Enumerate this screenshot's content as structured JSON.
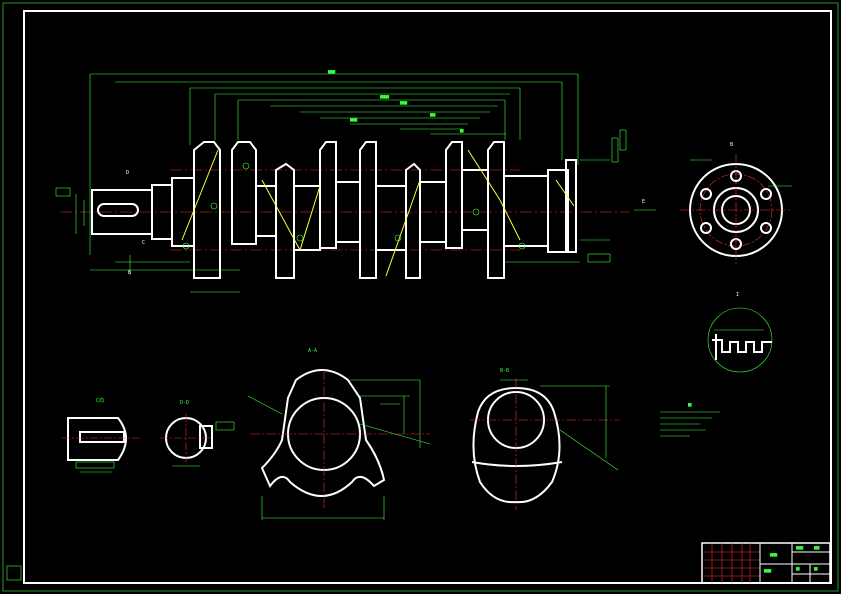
{
  "views": {
    "main_view_letter_b": "B",
    "main_view_letter_c": "C",
    "main_view_letter_d": "D",
    "flange_view_label": "B",
    "section_right_letter": "E",
    "c_view_label": "C向",
    "d_view_label": "D-D",
    "detail_label": "I",
    "keyway_note": "C",
    "section_label_left": "A-A",
    "section_label_right": "B-B"
  },
  "colors": {
    "outline": "#ffffff",
    "dimension": "#3cff3c",
    "centerline": "#ff2a2a",
    "highlight": "#ffff33",
    "background": "#000000"
  }
}
